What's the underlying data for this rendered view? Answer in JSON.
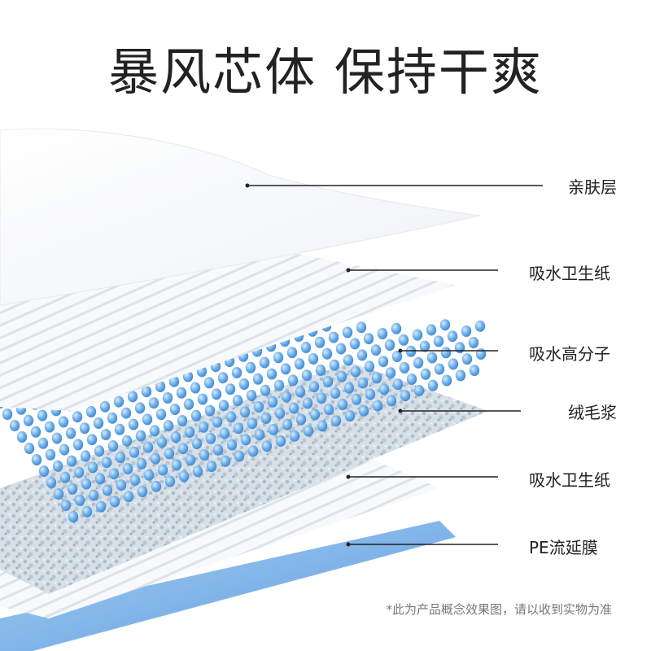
{
  "title": "暴风芯体  保持干爽",
  "layers": [
    {
      "label": "亲肤层"
    },
    {
      "label": "吸水卫生纸"
    },
    {
      "label": "吸水高分子"
    },
    {
      "label": "绒毛浆"
    },
    {
      "label": "吸水卫生纸"
    },
    {
      "label": "PE流延膜"
    }
  ],
  "footnote": "*此为产品概念效果图，请以收到实物为准",
  "colors": {
    "pe_film": "#7fb3e6",
    "beads": "#5da3e0",
    "fluff_pulp": "#c9d4de",
    "tissue": "#f6f8fa",
    "leader_line": "#222222"
  }
}
